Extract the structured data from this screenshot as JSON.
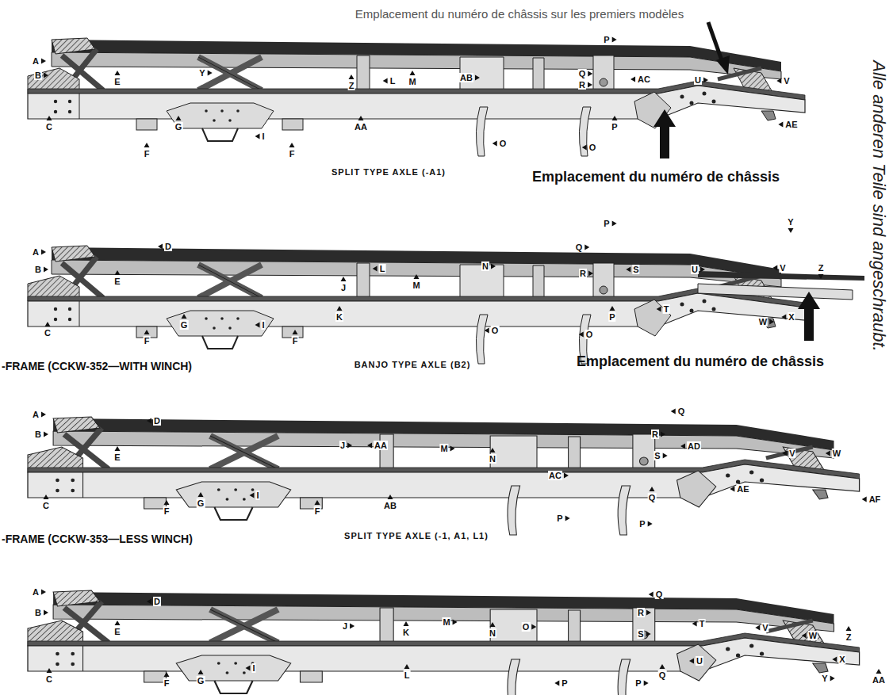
{
  "diagram": {
    "labels": [
      "Emplacement du numéro de châssis sur les premiers modèles",
      "Alle anderen Teile sind angeschraubt.",
      "A",
      "B",
      "Y",
      "E",
      "Z",
      "L",
      "M",
      "AB",
      "P",
      "Q",
      "R",
      "AC",
      "U",
      "V",
      "C",
      "F",
      "G",
      "I",
      "F",
      "AA",
      "P",
      "AE",
      "O",
      "O",
      "SPLIT TYPE AXLE (-A1)",
      "Emplacement du numéro de châssis",
      "A",
      "B",
      "D",
      "E",
      "J",
      "L",
      "M",
      "N",
      "P",
      "Q",
      "R",
      "S",
      "U",
      "V",
      "Y",
      "Z",
      "C",
      "F",
      "G",
      "I",
      "F",
      "K",
      "P",
      "T",
      "W",
      "X",
      "O",
      "O",
      "-FRAME (CCKW-352—WITH WINCH)",
      "BANJO TYPE AXLE (B2)",
      "Emplacement du numéro de châssis",
      "A",
      "B",
      "D",
      "E",
      "J",
      "AA",
      "M",
      "N",
      "AC",
      "Q",
      "R",
      "S",
      "AD",
      "V",
      "W",
      "C",
      "F",
      "G",
      "I",
      "F",
      "AB",
      "Q",
      "AE",
      "AF",
      "P",
      "P",
      "-FRAME (CCKW-353—LESS WINCH)",
      "SPLIT TYPE AXLE (-1, A1, L1)",
      "A",
      "B",
      "D",
      "E",
      "J",
      "K",
      "M",
      "N",
      "O",
      "Q",
      "R",
      "S",
      "T",
      "V",
      "W",
      "Z",
      "C",
      "F",
      "G",
      "I",
      "L",
      "Q",
      "U",
      "X",
      "Y",
      "AA",
      "P",
      "P"
    ]
  }
}
